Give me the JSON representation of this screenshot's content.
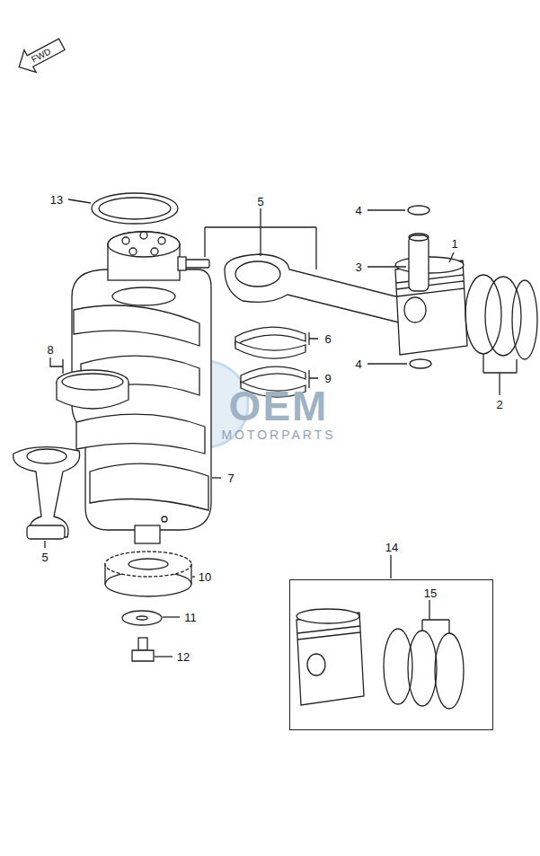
{
  "diagram": {
    "nodes": [
      {
        "text": [
          "14",
          "15"
        ]
      }
    ],
    "labels": [
      "FWD",
      "13",
      "5",
      "4",
      "3",
      "1",
      "4",
      "2",
      "8",
      "6",
      "9",
      "7",
      "5",
      "10",
      "11",
      "12",
      "OEM",
      "MOTORPARTS"
    ]
  }
}
